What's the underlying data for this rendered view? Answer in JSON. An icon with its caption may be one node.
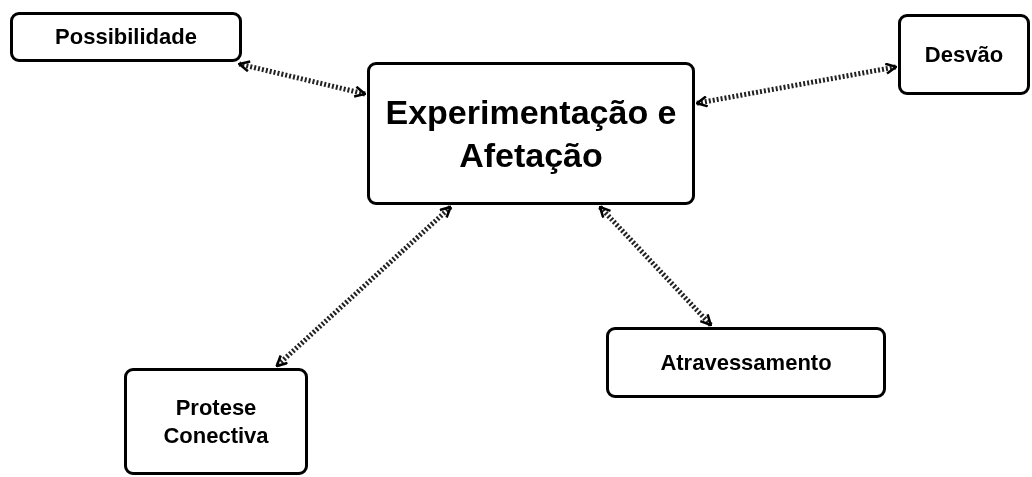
{
  "diagram": {
    "nodes": [
      {
        "text": [
          "Possibilidade"
        ]
      },
      {
        "text": [
          "Experimentação e Afetação"
        ]
      },
      {
        "text": [
          "Desvão"
        ]
      },
      {
        "text": [
          "Atravessamento"
        ]
      },
      {
        "text": [
          "Protese Conectiva"
        ]
      }
    ],
    "edges": [
      {
        "from": 1,
        "to": 0,
        "arrow": "both"
      },
      {
        "from": 1,
        "to": 2,
        "arrow": "both"
      },
      {
        "from": 1,
        "to": 4,
        "arrow": "both"
      },
      {
        "from": 1,
        "to": 3,
        "arrow": "both"
      }
    ]
  }
}
